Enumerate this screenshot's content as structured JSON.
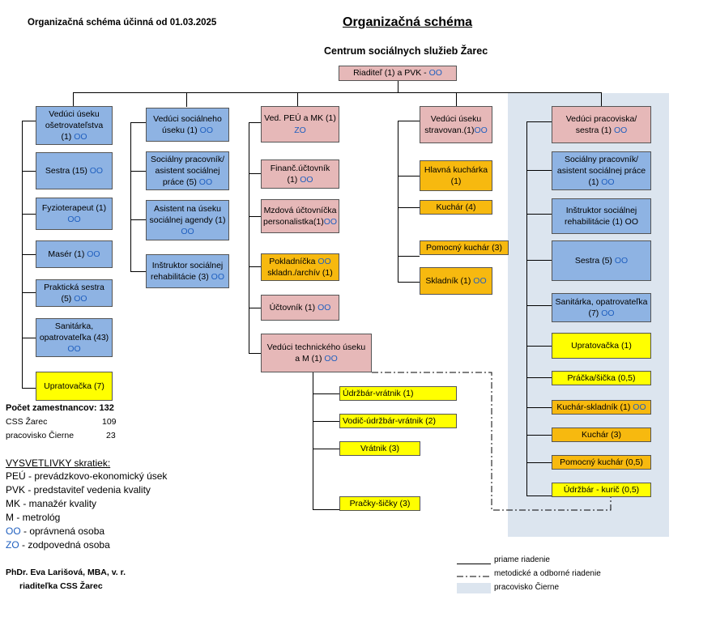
{
  "header": {
    "effective": "Organizačná schéma účinná od 01.03.2025",
    "title": "Organizačná schéma",
    "org": "Centrum sociálnych služieb Žarec"
  },
  "top": {
    "main": "Riaditeľ  (1)  a  PVK - ",
    "oo": "OO"
  },
  "col1": [
    {
      "main": "Vedúci  úseku ošetrovateľstva (1) ",
      "oo": "OO"
    },
    {
      "main": "Sestra (15) ",
      "oo": "OO"
    },
    {
      "main": "Fyzioterapeut (1) ",
      "oo": "OO"
    },
    {
      "main": "Masér (1) ",
      "oo": "OO"
    },
    {
      "main": "Praktická sestra (5) ",
      "oo": "OO"
    },
    {
      "main": "Sanitárka, opatrovateľka (43) ",
      "oo": "OO"
    },
    {
      "main": "Upratovačka (7)",
      "oo": ""
    }
  ],
  "col2": [
    {
      "main": "Vedúci sociálneho úseku (1) ",
      "oo": "OO"
    },
    {
      "main": "Sociálny pracovník/ asistent sociálnej práce (5) ",
      "oo": "OO"
    },
    {
      "main": "Asistent na úseku sociálnej agendy (1) ",
      "oo": "OO"
    },
    {
      "main": "Inštruktor sociálnej rehabilitácie (3) ",
      "oo": "OO"
    }
  ],
  "col3": [
    {
      "main": "Ved. PEÚ a MK (1) ",
      "oo": "ZO"
    },
    {
      "main": "Finanč.účtovník (1) ",
      "oo": "OO"
    },
    {
      "main": "Mzdová účtovníčka personalistka(1)",
      "oo": "OO"
    },
    {
      "main": "Pokladníčka ",
      "oo": "OO",
      "main2": " skladn./archív (1)"
    },
    {
      "main": "Účtovník (1) ",
      "oo": "OO"
    },
    {
      "main": "Vedúci technického úseku a M (1) ",
      "oo": "OO"
    }
  ],
  "col3sub": [
    {
      "main": "Údržbár-vrátnik (1)"
    },
    {
      "main": "Vodič-údržbár-vrátnik (2)"
    },
    {
      "main": "Vrátnik (3)"
    },
    {
      "main": "Pračky-šičky (3)"
    }
  ],
  "col4": [
    {
      "main": "Vedúci úseku stravovan.(1)",
      "oo": "OO"
    },
    {
      "main": "Hlavná kuchárka (1)",
      "oo": ""
    },
    {
      "main": "Kuchár (4)",
      "oo": ""
    },
    {
      "main": "Pomocný kuchár (3)",
      "oo": ""
    },
    {
      "main": "Skladník (1) ",
      "oo": "OO"
    }
  ],
  "col5": [
    {
      "main": "Vedúci pracoviska/ sestra (1) ",
      "oo": "OO"
    },
    {
      "main": "Sociálny pracovník/ asistent sociálnej práce (1) ",
      "oo": "OO"
    },
    {
      "main": "Inštruktor sociálnej rehabilitácie (1) OO",
      "oo": ""
    },
    {
      "main": "Sestra (5) ",
      "oo": "OO"
    },
    {
      "main": "Sanitárka, opatrovateľka (7) ",
      "oo": "OO"
    },
    {
      "main": "Upratovačka (1)",
      "oo": ""
    },
    {
      "main": "Práčka/šička (0,5)",
      "oo": ""
    },
    {
      "main": "Kuchár-skladník (1) ",
      "oo": "OO"
    },
    {
      "main": "Kuchár (3)",
      "oo": ""
    },
    {
      "main": "Pomocný kuchár (0,5)",
      "oo": ""
    },
    {
      "main": "Údržbár - kurič (0,5)",
      "oo": ""
    }
  ],
  "stats": {
    "total": "Počet zamestnancov: 132",
    "rows": [
      {
        "label": "CSS Žarec",
        "value": "109"
      },
      {
        "label": "pracovisko Čierne",
        "value": "23"
      }
    ]
  },
  "legend_abbr": {
    "title": "VYSVETLIVKY skratiek:",
    "items": [
      {
        "abbr": "PEÚ",
        "text": " - prevádzkovo-ekonomický úsek"
      },
      {
        "abbr": "PVK",
        "text": " - predstaviteľ vedenia kvality"
      },
      {
        "abbr": "MK",
        "text": " - manažér kvality"
      },
      {
        "abbr": "M",
        "text": " - metrológ"
      },
      {
        "abbr": "OO",
        "text": " - oprávnená osoba"
      },
      {
        "abbr": "ZO",
        "text": " - zodpovedná osoba"
      }
    ]
  },
  "signature": {
    "name": "PhDr. Eva Larišová, MBA, v. r.",
    "role": "riaditeľka CSS Žarec"
  },
  "line_legend": {
    "direct": "priame riadenie",
    "method": "metodické a odborné riadenie",
    "area": "pracovisko Čierne"
  },
  "colors": {
    "pink": "#e6b8b8",
    "blue": "#8eb3e3",
    "orange": "#f7b90f",
    "yellow": "#ffff00",
    "oo": "#1f5fbf",
    "area": "#dce5ef"
  }
}
